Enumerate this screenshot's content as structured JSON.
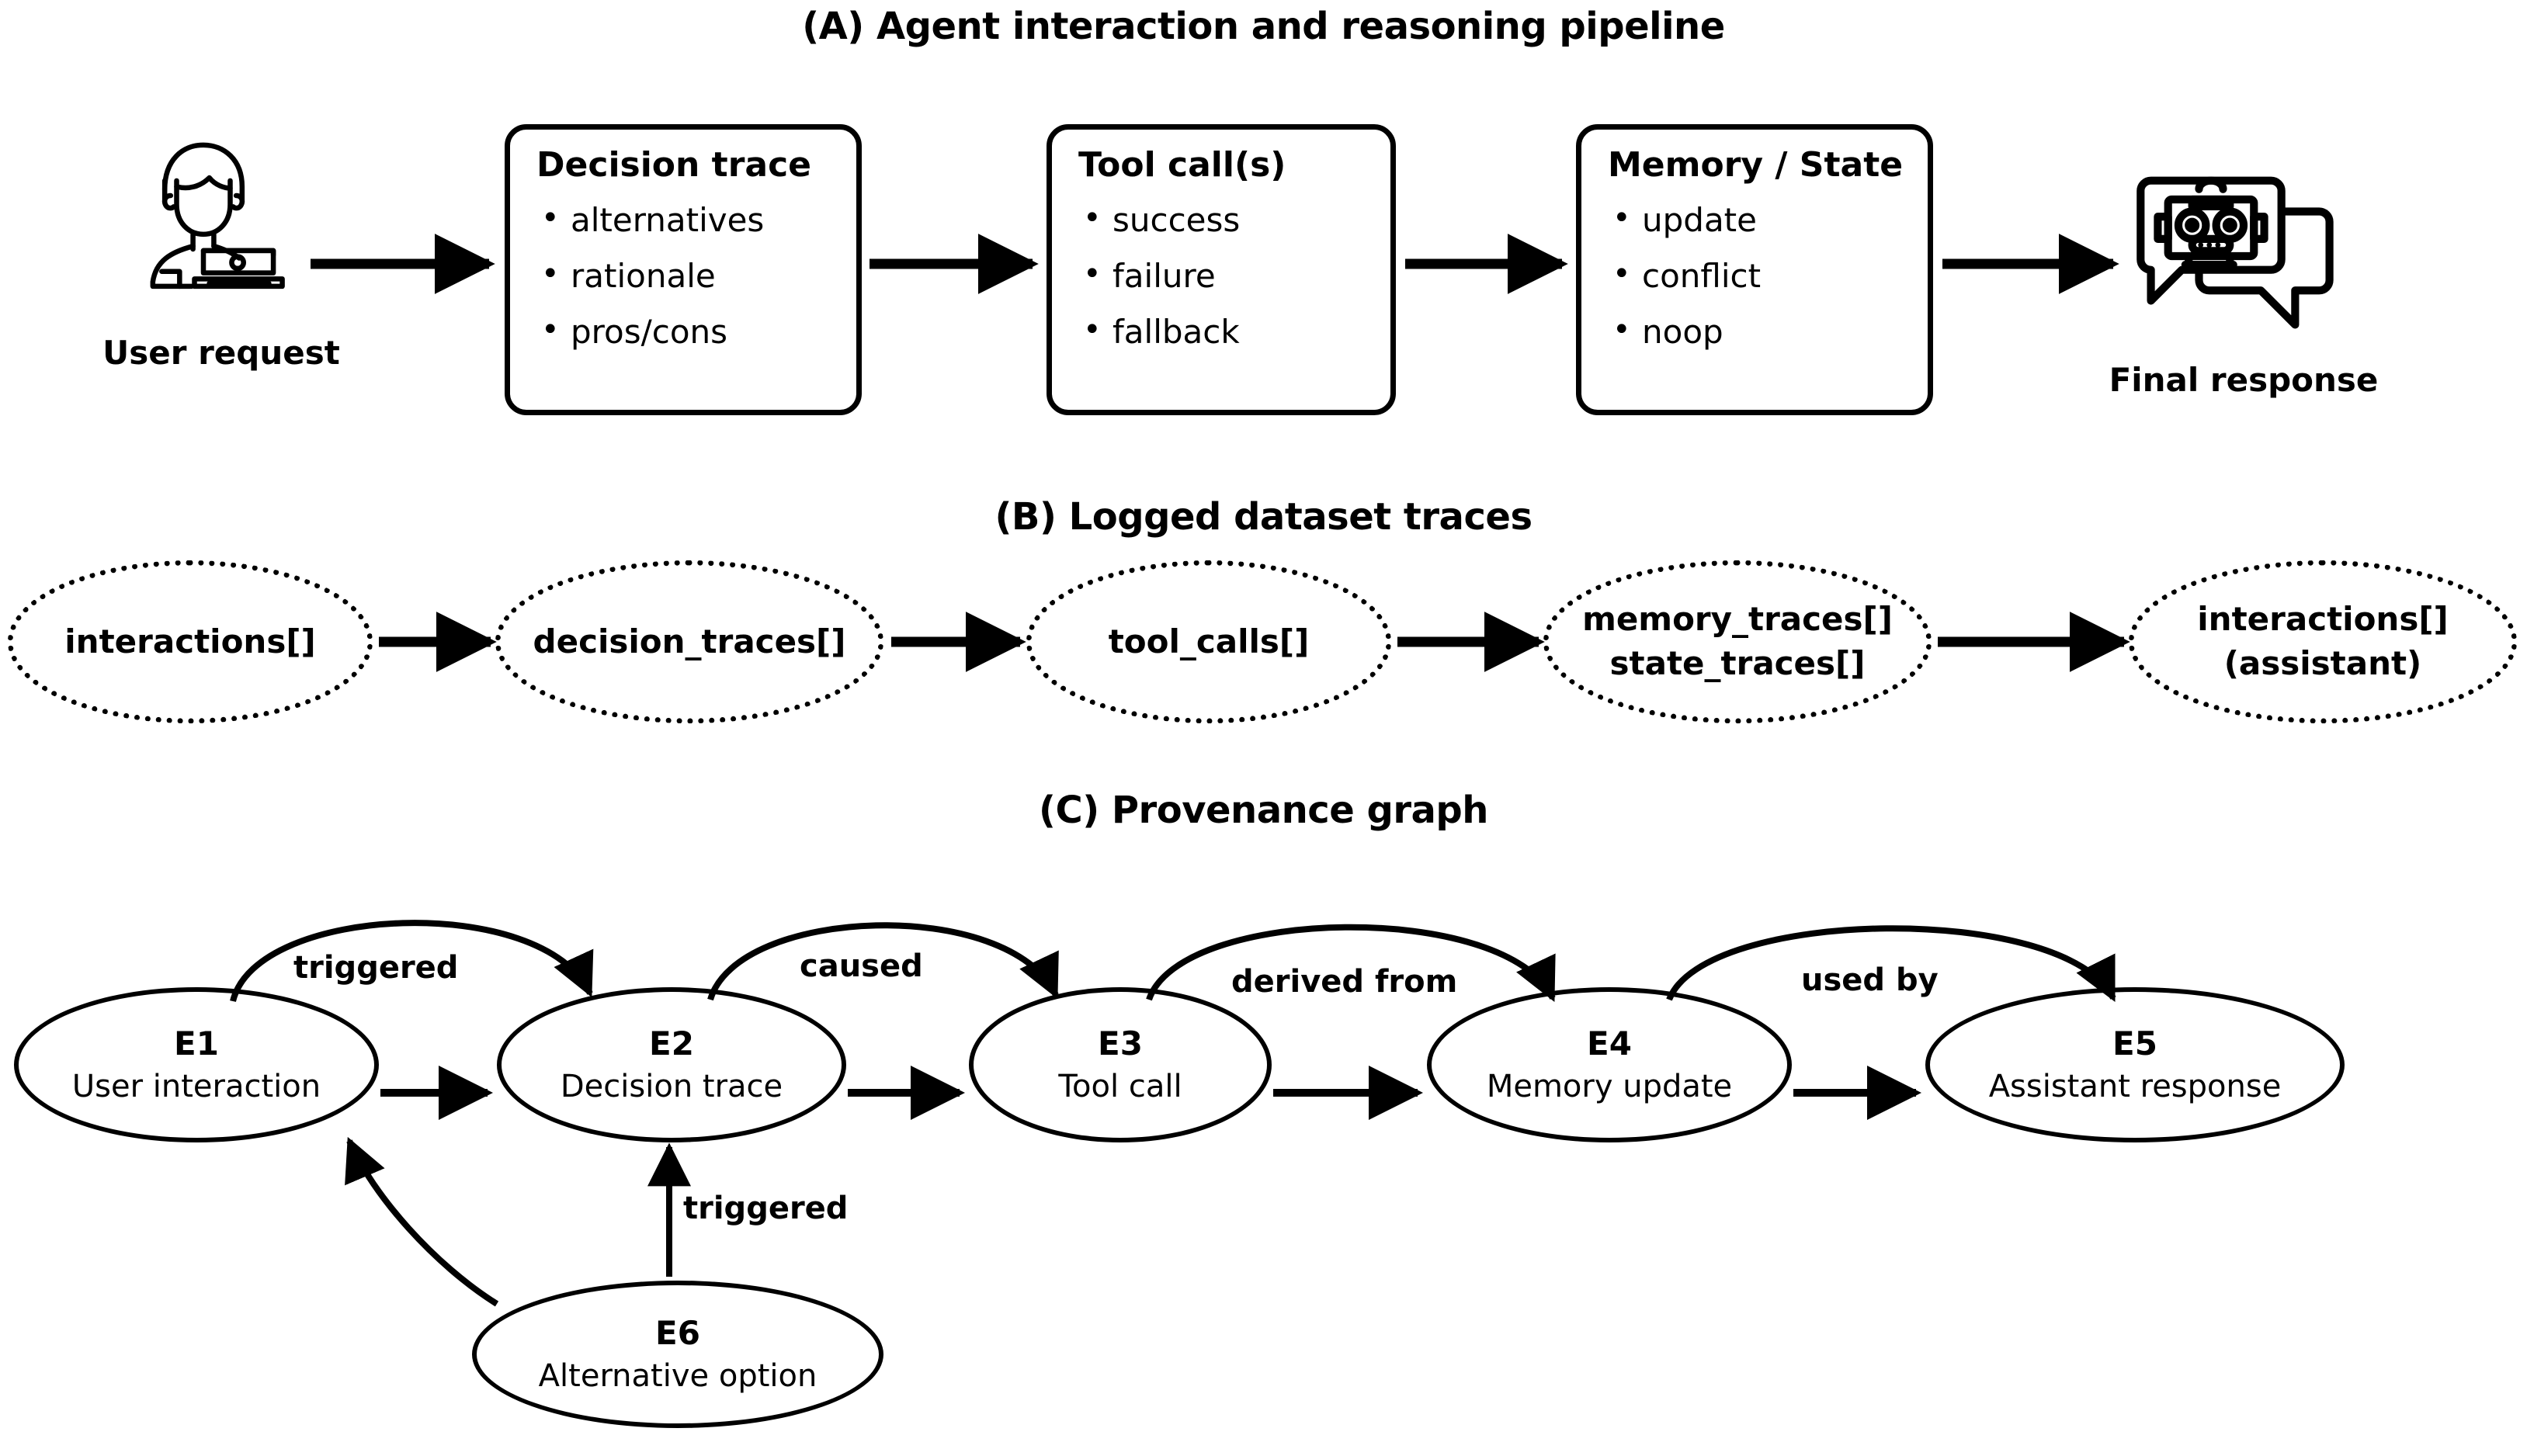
{
  "figure": {
    "sections": {
      "a_title": "(A) Agent interaction and reasoning pipeline",
      "b_title": "(B) Logged dataset traces",
      "c_title": "(C) Provenance graph"
    }
  },
  "pipeline": {
    "start_label": "User request",
    "start_icon": "user-with-laptop-icon",
    "end_label": "Final response",
    "end_icon": "robot-chat-bubble-icon",
    "stages": [
      {
        "heading": "Decision trace",
        "items": [
          "alternatives",
          "rationale",
          "pros/cons"
        ]
      },
      {
        "heading": "Tool call(s)",
        "items": [
          "success",
          "failure",
          "fallback"
        ]
      },
      {
        "heading": "Memory / State",
        "items": [
          "update",
          "conflict",
          "noop"
        ]
      }
    ],
    "arrow_icon": "right-arrow-icon"
  },
  "dataset_traces": {
    "nodes": [
      {
        "label": "interactions[]",
        "line2": ""
      },
      {
        "label": "decision_traces[]",
        "line2": ""
      },
      {
        "label": "tool_calls[]",
        "line2": ""
      },
      {
        "label": "memory_traces[]",
        "line2": "state_traces[]"
      },
      {
        "label": "interactions[]",
        "line2": "(assistant)"
      }
    ],
    "arrow_icon": "right-arrow-icon"
  },
  "provenance": {
    "nodes": [
      {
        "id": "E1",
        "label": "User interaction"
      },
      {
        "id": "E2",
        "label": "Decision trace"
      },
      {
        "id": "E3",
        "label": "Tool call"
      },
      {
        "id": "E4",
        "label": "Memory update"
      },
      {
        "id": "E5",
        "label": "Assistant response"
      },
      {
        "id": "E6",
        "label": "Alternative option"
      }
    ],
    "edges": [
      {
        "from": "E1",
        "to": "E2",
        "label": "triggered",
        "style": "arc"
      },
      {
        "from": "E2",
        "to": "E3",
        "label": "caused",
        "style": "arc"
      },
      {
        "from": "E3",
        "to": "E4",
        "label": "derived from",
        "style": "arc"
      },
      {
        "from": "E4",
        "to": "E5",
        "label": "used by",
        "style": "arc"
      },
      {
        "from": "E1",
        "to": "E2",
        "label": "",
        "style": "straight"
      },
      {
        "from": "E2",
        "to": "E3",
        "label": "",
        "style": "straight"
      },
      {
        "from": "E3",
        "to": "E4",
        "label": "",
        "style": "straight"
      },
      {
        "from": "E4",
        "to": "E5",
        "label": "",
        "style": "straight"
      },
      {
        "from": "E6",
        "to": "E1",
        "label": "",
        "style": "curve"
      },
      {
        "from": "E6",
        "to": "E2",
        "label": "triggered",
        "style": "straight-up"
      }
    ]
  },
  "colors": {
    "stroke": "#000000",
    "background": "#ffffff"
  }
}
